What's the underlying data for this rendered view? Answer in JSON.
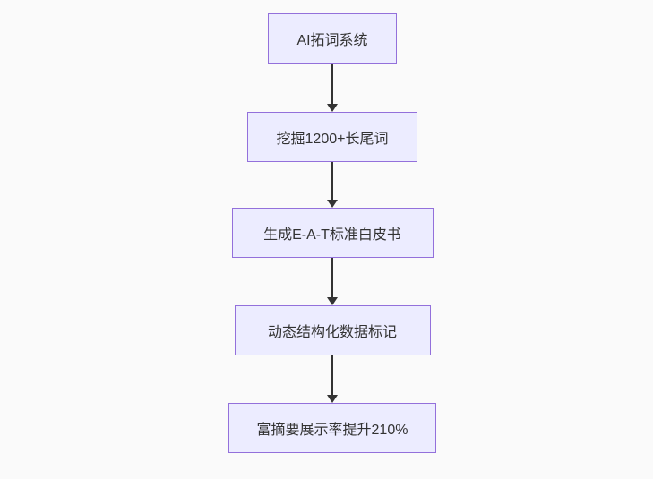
{
  "diagram": {
    "type": "flowchart",
    "direction": "top-down",
    "colors": {
      "page_background": "#fafafa",
      "node_fill": "#ECECFF",
      "node_border": "#9370DB",
      "node_text": "#333333",
      "arrow": "#333333"
    },
    "nodes": [
      {
        "id": "n1",
        "label": "AI拓词系统"
      },
      {
        "id": "n2",
        "label": "挖掘1200+长尾词"
      },
      {
        "id": "n3",
        "label": "生成E-A-T标准白皮书"
      },
      {
        "id": "n4",
        "label": "动态结构化数据标记"
      },
      {
        "id": "n5",
        "label": "富摘要展示率提升210%"
      }
    ],
    "edges": [
      {
        "from": "n1",
        "to": "n2"
      },
      {
        "from": "n2",
        "to": "n3"
      },
      {
        "from": "n3",
        "to": "n4"
      },
      {
        "from": "n4",
        "to": "n5"
      }
    ]
  }
}
